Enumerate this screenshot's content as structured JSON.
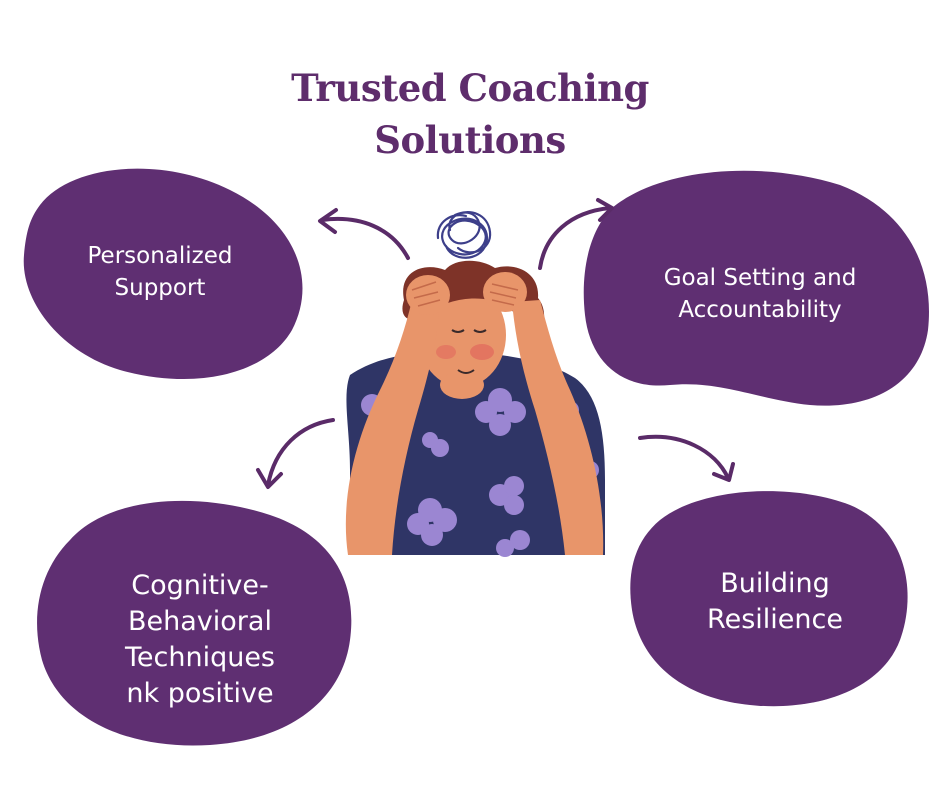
{
  "title": {
    "line1": "Trusted Coaching",
    "line2": "Solutions"
  },
  "blobs": {
    "top_left": {
      "line1": "Personalized",
      "line2": "Support"
    },
    "top_right": {
      "line1": "Goal Setting and",
      "line2": "Accountability"
    },
    "bottom_left": {
      "line1": "Cognitive-",
      "line2": "Behavioral",
      "line3": "Techniques",
      "line4": "nk positive"
    },
    "bottom_right": {
      "line1": "Building",
      "line2": "Resilience"
    }
  },
  "colors": {
    "title": "#5e2d6c",
    "blob": "#5f2f72",
    "arrow": "#5a2b68",
    "skin": "#e8956a",
    "shirt": "#2f3566",
    "flower": "#9b86d2",
    "hair": "#7e3328",
    "scribble": "#3d3f8a"
  },
  "icons": {
    "center_illustration": "stressed-person-holding-head",
    "scribble": "tangled-scribble-icon",
    "arrows": "curved-arrow-icon"
  }
}
